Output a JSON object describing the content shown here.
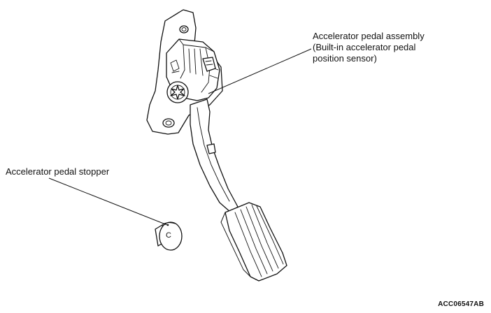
{
  "labels": {
    "assembly_line1": "Accelerator pedal assembly",
    "assembly_line2": "(Built-in accelerator pedal",
    "assembly_line3": "position sensor)",
    "stopper": "Accelerator pedal stopper",
    "figure_code": "ACC06547AB"
  },
  "stopper_marking": "C"
}
